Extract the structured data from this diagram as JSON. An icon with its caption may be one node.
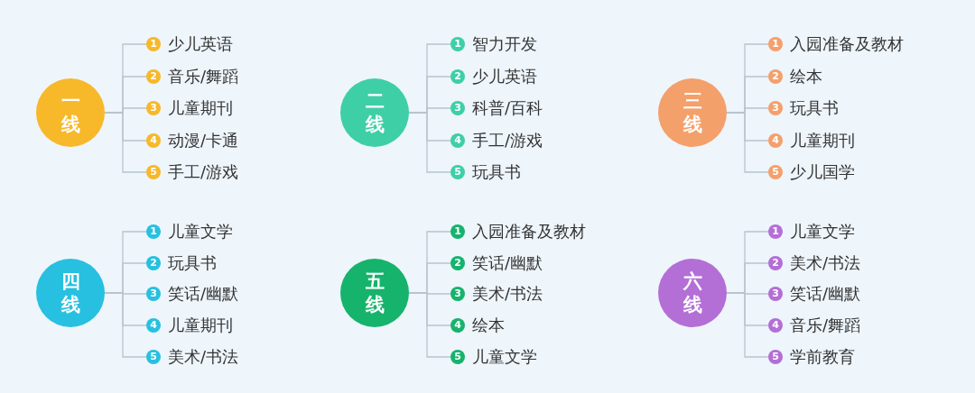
{
  "diagram": {
    "nodes": [
      {
        "text": [
          "一线"
        ]
      },
      {
        "text": [
          "1"
        ],
        "beside": [
          "少儿英语"
        ]
      },
      {
        "text": [
          "2"
        ],
        "beside": [
          "音乐/舞蹈"
        ]
      },
      {
        "text": [
          "3"
        ],
        "beside": [
          "儿童期刊"
        ]
      },
      {
        "text": [
          "4"
        ],
        "beside": [
          "动漫/卡通"
        ]
      },
      {
        "text": [
          "5"
        ],
        "beside": [
          "手工/游戏"
        ]
      },
      {
        "text": [
          "二线"
        ]
      },
      {
        "text": [
          "1"
        ],
        "beside": [
          "智力开发"
        ]
      },
      {
        "text": [
          "2"
        ],
        "beside": [
          "少儿英语"
        ]
      },
      {
        "text": [
          "3"
        ],
        "beside": [
          "科普/百科"
        ]
      },
      {
        "text": [
          "4"
        ],
        "beside": [
          "手工/游戏"
        ]
      },
      {
        "text": [
          "5"
        ],
        "beside": [
          "玩具书"
        ]
      },
      {
        "text": [
          "三线"
        ]
      },
      {
        "text": [
          "1"
        ],
        "beside": [
          "入园准备及教材"
        ]
      },
      {
        "text": [
          "2"
        ],
        "beside": [
          "绘本"
        ]
      },
      {
        "text": [
          "3"
        ],
        "beside": [
          "玩具书"
        ]
      },
      {
        "text": [
          "4"
        ],
        "beside": [
          "儿童期刊"
        ]
      },
      {
        "text": [
          "5"
        ],
        "beside": [
          "少儿国学"
        ]
      },
      {
        "text": [
          "四线"
        ]
      },
      {
        "text": [
          "1"
        ],
        "beside": [
          "儿童文学"
        ]
      },
      {
        "text": [
          "2"
        ],
        "beside": [
          "玩具书"
        ]
      },
      {
        "text": [
          "3"
        ],
        "beside": [
          "笑话/幽默"
        ]
      },
      {
        "text": [
          "4"
        ],
        "beside": [
          "儿童期刊"
        ]
      },
      {
        "text": [
          "5"
        ],
        "beside": [
          "美术/书法"
        ]
      },
      {
        "text": [
          "五线"
        ]
      },
      {
        "text": [
          "1"
        ],
        "beside": [
          "入园准备及教材"
        ]
      },
      {
        "text": [
          "2"
        ],
        "beside": [
          "笑话/幽默"
        ]
      },
      {
        "text": [
          "3"
        ],
        "beside": [
          "美术/书法"
        ]
      },
      {
        "text": [
          "4"
        ],
        "beside": [
          "绘本"
        ]
      },
      {
        "text": [
          "5"
        ],
        "beside": [
          "儿童文学"
        ]
      },
      {
        "text": [
          "六线"
        ]
      },
      {
        "text": [
          "1"
        ],
        "beside": [
          "儿童文学"
        ]
      },
      {
        "text": [
          "2"
        ],
        "beside": [
          "美术/书法"
        ]
      },
      {
        "text": [
          "3"
        ],
        "beside": [
          "笑话/幽默"
        ]
      },
      {
        "text": [
          "4"
        ],
        "beside": [
          "音乐/舞蹈"
        ]
      },
      {
        "text": [
          "5"
        ],
        "beside": [
          "学前教育"
        ]
      }
    ],
    "edges": [
      {
        "from": 0,
        "to": 1,
        "arrow": "none"
      },
      {
        "from": 0,
        "to": 2,
        "arrow": "none"
      },
      {
        "from": 0,
        "to": 3,
        "arrow": "none"
      },
      {
        "from": 0,
        "to": 4,
        "arrow": "none"
      },
      {
        "from": 0,
        "to": 5,
        "arrow": "none"
      },
      {
        "from": 6,
        "to": 7,
        "arrow": "none"
      },
      {
        "from": 6,
        "to": 8,
        "arrow": "none"
      },
      {
        "from": 6,
        "to": 9,
        "arrow": "none"
      },
      {
        "from": 6,
        "to": 10,
        "arrow": "none"
      },
      {
        "from": 6,
        "to": 11,
        "arrow": "none"
      },
      {
        "from": 12,
        "to": 13,
        "arrow": "none"
      },
      {
        "from": 12,
        "to": 14,
        "arrow": "none"
      },
      {
        "from": 12,
        "to": 15,
        "arrow": "none"
      },
      {
        "from": 12,
        "to": 16,
        "arrow": "none"
      },
      {
        "from": 12,
        "to": 17,
        "arrow": "none"
      },
      {
        "from": 18,
        "to": 19,
        "arrow": "none"
      },
      {
        "from": 18,
        "to": 20,
        "arrow": "none"
      },
      {
        "from": 18,
        "to": 21,
        "arrow": "none"
      },
      {
        "from": 18,
        "to": 22,
        "arrow": "none"
      },
      {
        "from": 18,
        "to": 23,
        "arrow": "none"
      },
      {
        "from": 24,
        "to": 25,
        "arrow": "none"
      },
      {
        "from": 24,
        "to": 26,
        "arrow": "none"
      },
      {
        "from": 24,
        "to": 27,
        "arrow": "none"
      },
      {
        "from": 24,
        "to": 28,
        "arrow": "none"
      },
      {
        "from": 24,
        "to": 29,
        "arrow": "none"
      },
      {
        "from": 30,
        "to": 31,
        "arrow": "none"
      },
      {
        "from": 30,
        "to": 32,
        "arrow": "none"
      },
      {
        "from": 30,
        "to": 33,
        "arrow": "none"
      },
      {
        "from": 30,
        "to": 34,
        "arrow": "none"
      },
      {
        "from": 30,
        "to": 35,
        "arrow": "none"
      }
    ]
  }
}
